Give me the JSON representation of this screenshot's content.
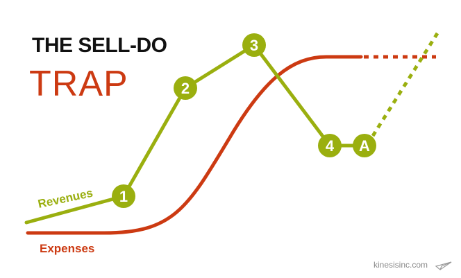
{
  "title": {
    "line1": "THE SELL-DO",
    "line2": "TRAP"
  },
  "series": {
    "revenues": {
      "label": "Revenues"
    },
    "expenses": {
      "label": "Expenses"
    }
  },
  "markers": [
    {
      "id": "1",
      "label": "1"
    },
    {
      "id": "2",
      "label": "2"
    },
    {
      "id": "3",
      "label": "3"
    },
    {
      "id": "4",
      "label": "4"
    },
    {
      "id": "A",
      "label": "A"
    }
  ],
  "credit": {
    "text": "kinesisinc.com"
  },
  "colors": {
    "revenue": "#9aaf0f",
    "expense": "#cc3a12",
    "title_dark": "#111111",
    "title_accent": "#cc3a12",
    "marker_text": "#ffffff",
    "watermark": "#8a8a8a"
  },
  "icons": {
    "credit": "paper-plane-icon"
  }
}
